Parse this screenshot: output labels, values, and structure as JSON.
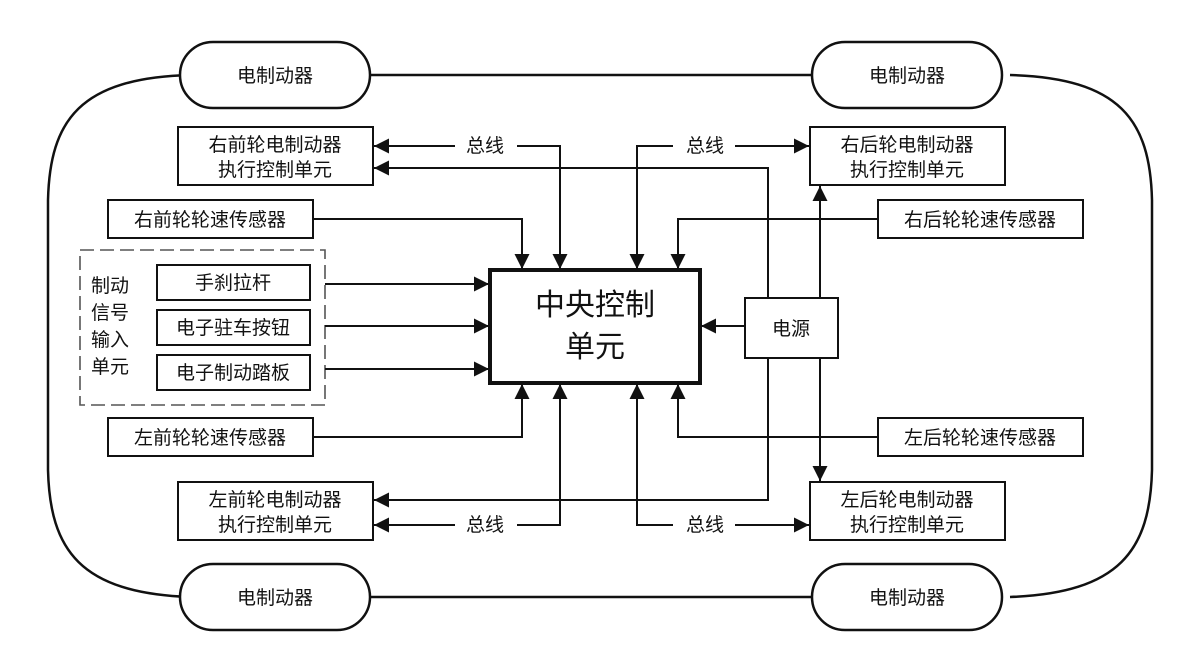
{
  "brakes": {
    "front_right": "电制动器",
    "rear_right": "电制动器",
    "front_left": "电制动器",
    "rear_left": "电制动器"
  },
  "actuators": {
    "front_right": [
      "右前轮电制动器",
      "执行控制单元"
    ],
    "rear_right": [
      "右后轮电制动器",
      "执行控制单元"
    ],
    "front_left": [
      "左前轮电制动器",
      "执行控制单元"
    ],
    "rear_left": [
      "左后轮电制动器",
      "执行控制单元"
    ]
  },
  "sensors": {
    "front_right": "右前轮轮速传感器",
    "rear_right": "右后轮轮速传感器",
    "front_left": "左前轮轮速传感器",
    "rear_left": "左后轮轮速传感器"
  },
  "signal_input": {
    "group_label": [
      "制动",
      "信号",
      "输入",
      "单元"
    ],
    "items": [
      "手刹拉杆",
      "电子驻车按钮",
      "电子制动踏板"
    ]
  },
  "central_unit": [
    "中央控制",
    "单元"
  ],
  "power": "电源",
  "bus_label": "总线"
}
